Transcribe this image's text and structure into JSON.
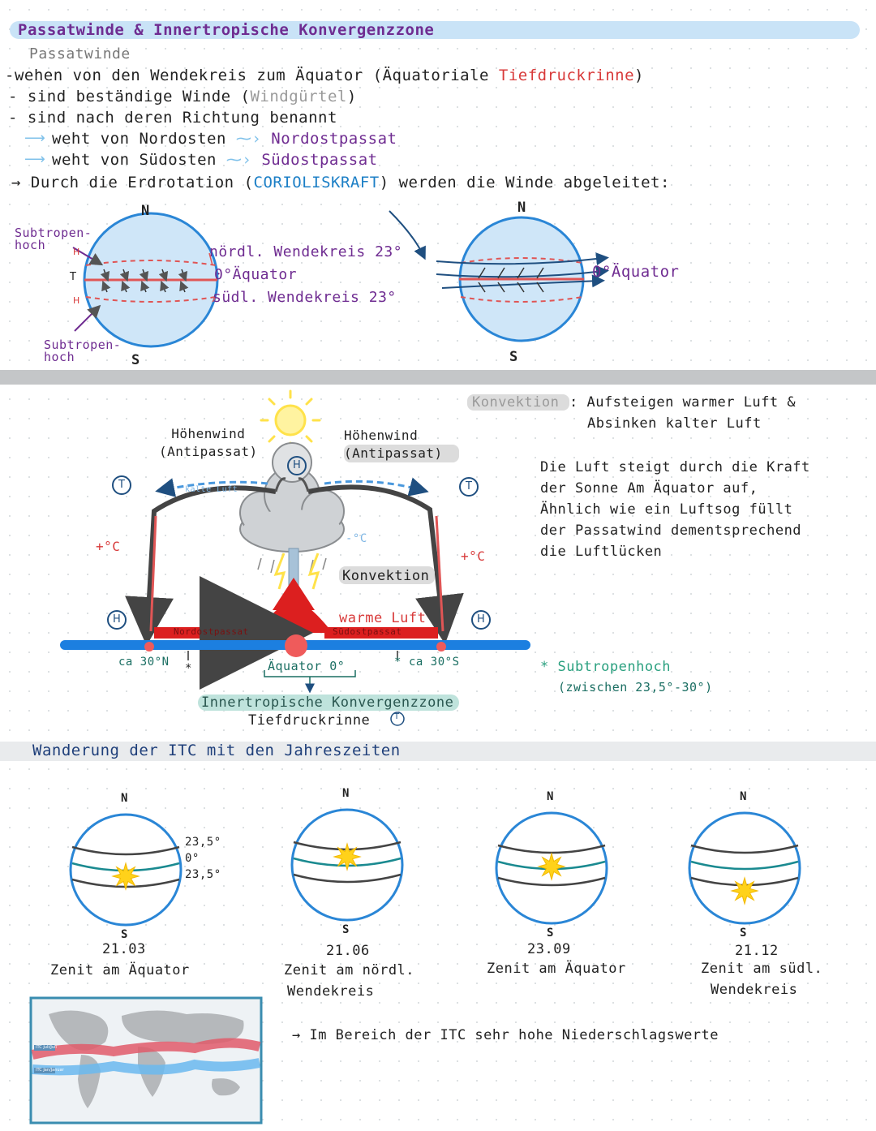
{
  "header": {
    "title": "Passatwinde & Innertropische Konvergenzzone",
    "subtitle": "Passatwinde"
  },
  "intro": {
    "line1_a": "-wehen von den Wendekreis zum Äquator (Äquatoriale ",
    "line1_b": "Tiefdruckrinne",
    "line1_c": ")",
    "line2_a": "- sind beständige Winde (",
    "line2_b": "Windgürtel",
    "line2_c": ")",
    "line3": "- sind nach deren Richtung benannt",
    "line4_a": "weht von Nordosten",
    "line4_b": "Nordostpassat",
    "line5_a": "weht von Südosten",
    "line5_b": "Südostpassat",
    "line6_a": "Durch die Erdrotation (",
    "line6_b": "CORIOLISKRAFT",
    "line6_c": ") werden die Winde abgeleitet:"
  },
  "globe1": {
    "north": "N",
    "south": "S",
    "subtropen_top": "Subtropen-\nhoch",
    "subtropen_bottom": "Subtropen-\nhoch",
    "h_top": "H",
    "t_mid": "T",
    "h_bot": "H",
    "label_north": "nördl. Wendekreis 23°",
    "label_eq": "0°Äquator",
    "label_south": "südl. Wendekreis 23°"
  },
  "globe2": {
    "north": "N",
    "south": "S",
    "label_eq": "0°Äquator"
  },
  "convection": {
    "definition_term": "Konvektion",
    "definition_line1": ": Aufsteigen warmer Luft &",
    "definition_line2": "Absinken kalter Luft",
    "explain_line1": "Die Luft steigt durch die Kraft",
    "explain_line2": "der Sonne  Am Äquator auf,",
    "explain_line3": "Ähnlich wie ein Luftsog füllt",
    "explain_line4": "der Passatwind dementsprechend",
    "explain_line5": "die Luftlücken",
    "hoehenwind_left_1": "Höhenwind",
    "hoehenwind_left_2": "(Antipassat)",
    "hoehenwind_right_1": "Höhenwind",
    "hoehenwind_right_2": "(Antipassat)",
    "kalte_luft": "kalte Luft",
    "minus_c": "-°C",
    "plus_c_left": "+°C",
    "plus_c_right": "+°C",
    "konvektion_label": "Konvektion",
    "warme_luft": "warme Luft",
    "nordostpassat": "Nordostpassat",
    "suedostpassat": "Südostpassat",
    "ca30n": "ca 30°N",
    "ca30s": "ca 30°S",
    "aequator": "Äquator 0°",
    "star_left": "*",
    "itc_title": "Innertropische Konvergenzzone",
    "itc_sub": "Tiefdruckrinne",
    "t_symbol": "T",
    "h_symbol": "H",
    "subtropenhoch": "* Subtropenhoch",
    "subtropenhoch_range": "(zwischen 23,5°-30°)"
  },
  "seasons": {
    "title": "Wanderung der ITC mit den Jahreszeiten",
    "globes": [
      {
        "n": "N",
        "s": "S",
        "date": "21.03",
        "desc1": "Zenit am Äquator",
        "desc2": ""
      },
      {
        "n": "N",
        "s": "S",
        "date": "21.06",
        "desc1": "Zenit am nördl.",
        "desc2": "Wendekreis"
      },
      {
        "n": "N",
        "s": "S",
        "date": "23.09",
        "desc1": "Zenit am Äquator",
        "desc2": ""
      },
      {
        "n": "N",
        "s": "S",
        "date": "21.12",
        "desc1": "Zenit am südl.",
        "desc2": "Wendekreis"
      }
    ],
    "lat_top": "23,5°",
    "lat_mid": "0°",
    "lat_bot": "23,5°"
  },
  "map": {
    "legend1": "ITC Juli/Juli",
    "legend2": "ITC Jan/Januar",
    "note": "→  Im Bereich der ITC sehr hohe Niederschlagswerte"
  },
  "colors": {
    "header_band": "#c9e3f7",
    "purple": "#6f2c91",
    "red": "#d83a3a",
    "blue": "#1c7fc6",
    "teal": "#1a6e62",
    "globe_fill": "#cfe6f8",
    "sun": "#ffd21a"
  }
}
